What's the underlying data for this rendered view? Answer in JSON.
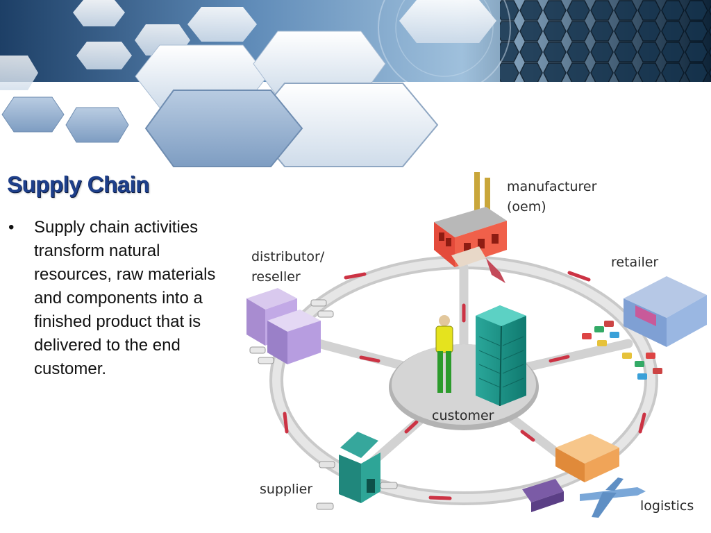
{
  "slide": {
    "title": "Supply Chain",
    "bullet_marker": "•",
    "bullet_text": "Supply chain activities transform natural resources, raw materials and components into a finished product that is delivered to the end customer."
  },
  "diagram": {
    "labels": {
      "manufacturer_line1": "manufacturer",
      "manufacturer_line2": "(oem)",
      "distributor_line1": "distributor/",
      "distributor_line2": "reseller",
      "retailer": "retailer",
      "customer": "customer",
      "supplier": "supplier",
      "logistics": "logistics"
    }
  },
  "theme": {
    "title_color": "#1e3f8a",
    "banner_dark": "#0b2740",
    "banner_light": "#dfe9f4"
  }
}
